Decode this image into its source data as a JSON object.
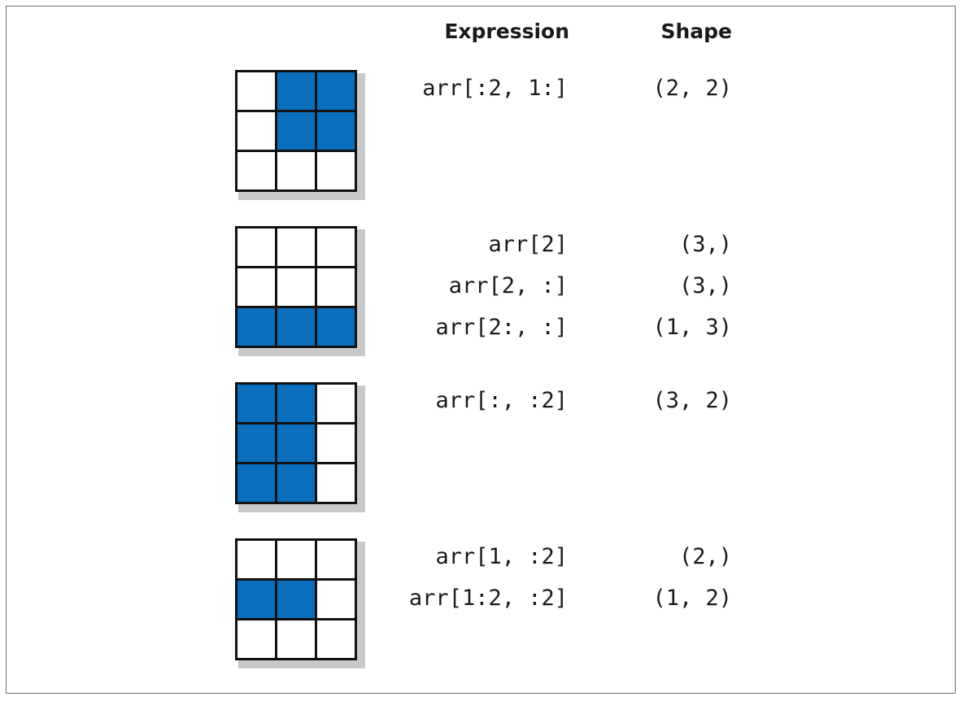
{
  "headers": {
    "expression": "Expression",
    "shape": "Shape"
  },
  "colors": {
    "selected": "#0a6ebd",
    "unselected": "#ffffff",
    "border": "#111111"
  },
  "groups": [
    {
      "cells": [
        [
          0,
          1,
          1
        ],
        [
          0,
          1,
          1
        ],
        [
          0,
          0,
          0
        ]
      ],
      "rows": [
        {
          "expr": "arr[:2, 1:]",
          "shape": "(2, 2)"
        }
      ]
    },
    {
      "cells": [
        [
          0,
          0,
          0
        ],
        [
          0,
          0,
          0
        ],
        [
          1,
          1,
          1
        ]
      ],
      "rows": [
        {
          "expr": "arr[2]",
          "shape": "(3,)"
        },
        {
          "expr": "arr[2, :]",
          "shape": "(3,)"
        },
        {
          "expr": "arr[2:, :]",
          "shape": "(1, 3)"
        }
      ]
    },
    {
      "cells": [
        [
          1,
          1,
          0
        ],
        [
          1,
          1,
          0
        ],
        [
          1,
          1,
          0
        ]
      ],
      "rows": [
        {
          "expr": "arr[:, :2]",
          "shape": "(3, 2)"
        }
      ]
    },
    {
      "cells": [
        [
          0,
          0,
          0
        ],
        [
          1,
          1,
          0
        ],
        [
          0,
          0,
          0
        ]
      ],
      "rows": [
        {
          "expr": "arr[1, :2]",
          "shape": "(2,)"
        },
        {
          "expr": "arr[1:2, :2]",
          "shape": "(1, 2)"
        }
      ]
    }
  ]
}
